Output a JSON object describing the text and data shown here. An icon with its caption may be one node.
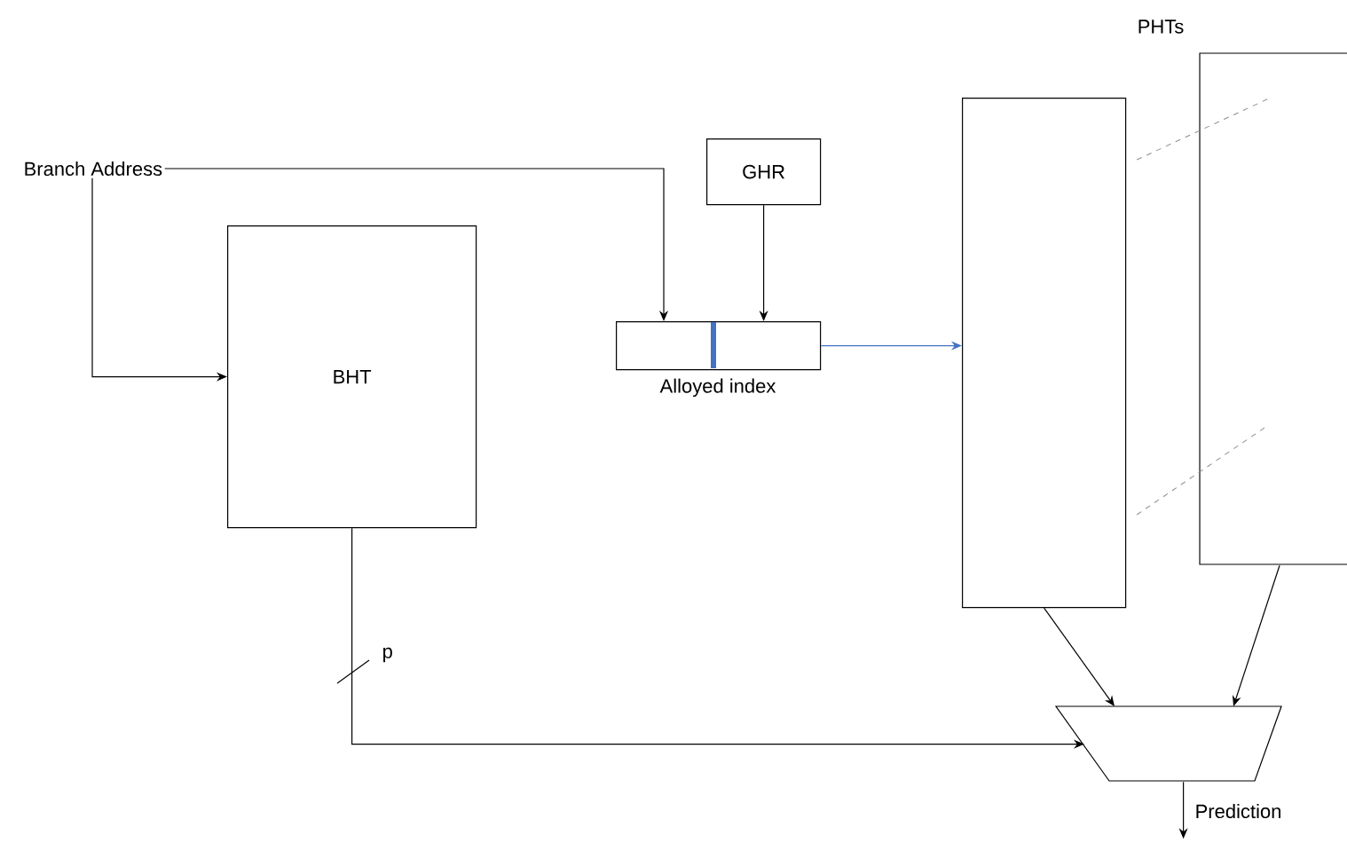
{
  "diagram": {
    "nodes": [
      {
        "text": [
          "Branch Address"
        ]
      },
      {
        "text": [
          "BHT"
        ]
      },
      {
        "text": [
          "GHR"
        ]
      },
      {
        "text": [
          "Alloyed index"
        ]
      },
      {
        "text": [],
        "shape": "box"
      },
      {
        "text": [],
        "shape": "box"
      },
      {
        "text": [],
        "shape": "trapezoid"
      }
    ],
    "edges": [
      {
        "from": 0,
        "to": 3,
        "arrow": "to"
      },
      {
        "from": 0,
        "to": 1,
        "arrow": "to"
      },
      {
        "from": 2,
        "to": 3,
        "arrow": "to"
      },
      {
        "from": 3,
        "to": 4,
        "arrow": "to",
        "color": "#4472c4"
      },
      {
        "from": 1,
        "to": 6,
        "arrow": "to",
        "label": "p"
      },
      {
        "from": 4,
        "to": 6,
        "arrow": "to"
      },
      {
        "from": 5,
        "to": 6,
        "arrow": "to"
      },
      {
        "from": 6,
        "to": null,
        "arrow": "to",
        "label": "Prediction"
      },
      {
        "from": 4,
        "to": 5,
        "arrow": "none",
        "style": "dashed",
        "color": "#8c8c8c"
      },
      {
        "from": 4,
        "to": 5,
        "arrow": "none",
        "style": "dashed",
        "color": "#8c8c8c"
      }
    ],
    "labels": [
      "PHTs"
    ]
  }
}
